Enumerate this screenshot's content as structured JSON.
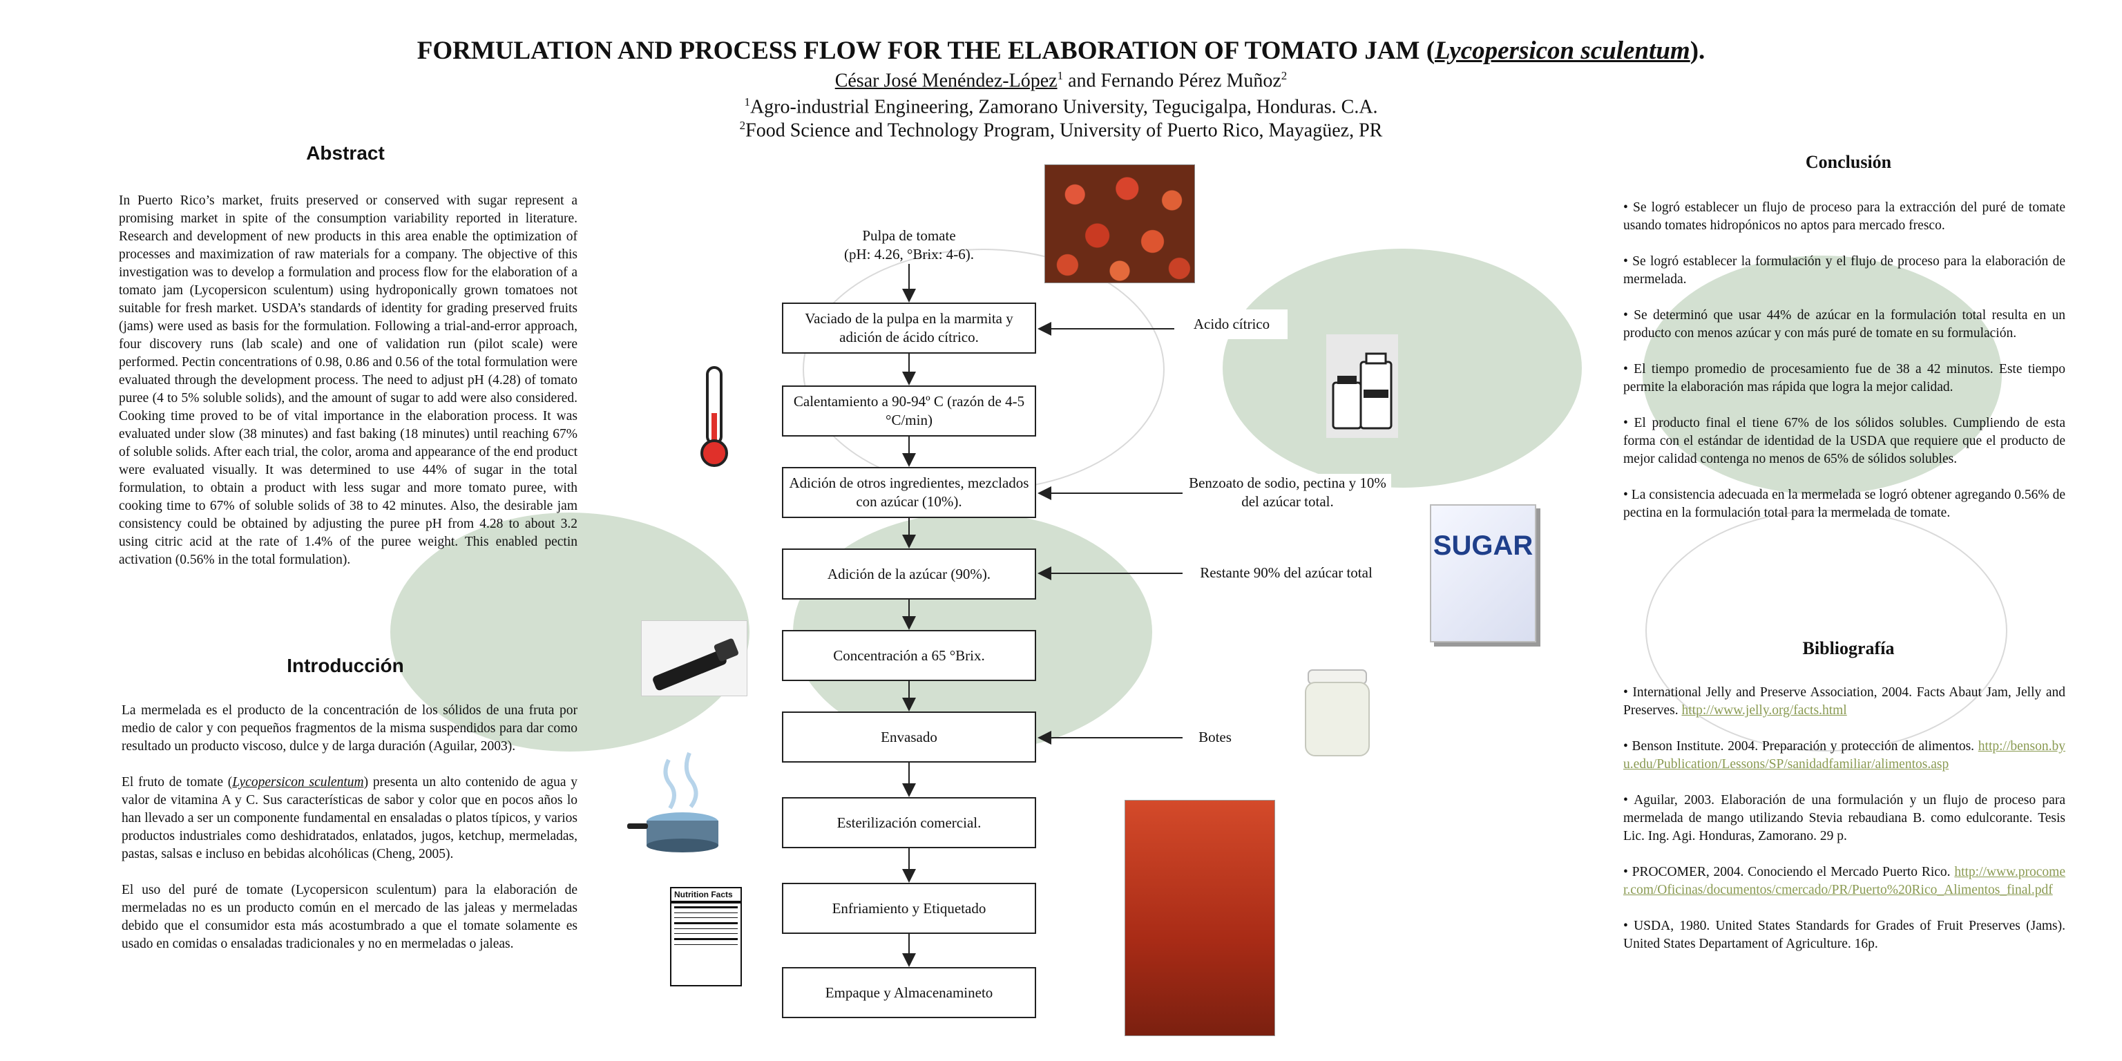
{
  "header": {
    "title_main": "FORMULATION AND PROCESS FLOW FOR THE ELABORATION OF TOMATO JAM (",
    "title_sci": "Lycopersicon sculentum",
    "title_end": ").",
    "author1": "César José Menéndez-López",
    "author1_sup": "1",
    "author_joiner": " and ",
    "author2": "Fernando Pérez Muñoz",
    "author2_sup": "2",
    "affil1_sup": "1",
    "affil1": "Agro-industrial Engineering, Zamorano University, Tegucigalpa, Honduras. C.A.",
    "affil2_sup": "2",
    "affil2": "Food Science and Technology Program, University of Puerto Rico, Mayagüez, PR"
  },
  "abstract": {
    "heading": "Abstract",
    "text": "In Puerto Rico’s market, fruits preserved or conserved with sugar represent a promising market in spite of the consumption variability reported in literature. Research and development of new products in this area enable the optimization of processes and maximization of raw materials for a company. The objective of this investigation was to develop a formulation and process flow for the elaboration of a tomato jam (Lycopersicon sculentum) using hydroponically grown tomatoes not suitable for fresh market. USDA’s standards of identity for grading preserved fruits (jams) were used as basis for the formulation. Following a trial-and-error approach, four discovery runs (lab scale) and one of validation run (pilot scale) were performed. Pectin concentrations of 0.98, 0.86 and 0.56 of the total formulation were evaluated through the development process. The need to adjust pH (4.28) of tomato puree (4 to 5% soluble solids), and the amount of sugar to add were also considered. Cooking time proved to be of vital importance in the elaboration process. It was evaluated under slow (38 minutes) and fast baking (18 minutes) until reaching 67% of soluble solids. After each trial, the color, aroma and appearance of the end product were evaluated visually. It was determined to use 44% of sugar in the total formulation, to obtain a product with less sugar and more tomato puree, with cooking time to 67% of soluble solids of 38 to 42 minutes. Also, the desirable jam consistency could be obtained by adjusting the puree pH from 4.28 to about 3.2 using citric acid at the rate of 1.4% of the puree weight. This enabled pectin activation (0.56% in the total formulation)."
  },
  "intro": {
    "heading": "Introducción",
    "p1": "La mermelada es el producto de la concentración de los sólidos de una fruta por medio de calor y con pequeños fragmentos de la misma suspendidos para dar como resultado un producto viscoso, dulce y de larga duración (Aguilar, 2003).",
    "p2_a": "El fruto de tomate (",
    "p2_sci": "Lycopersicon sculentum",
    "p2_b": ") presenta un alto contenido de agua y valor de vitamina A y C. Sus características de sabor y color que en pocos años lo han llevado a ser un componente fundamental en ensaladas o platos típicos, y varios productos industriales como deshidratados, enlatados, jugos, ketchup, mermeladas, pastas, salsas e incluso en bebidas alcohólicas (Cheng, 2005).",
    "p3": "El uso del puré de tomate (Lycopersicon sculentum) para la elaboración de mermeladas no es un producto común en el mercado de las jaleas y mermeladas debido que el consumidor esta más acostumbrado a que el tomate solamente es usado en comidas o ensaladas tradicionales y no en mermeladas o jaleas."
  },
  "flow": {
    "start_label_1": "Pulpa de tomate",
    "start_label_2": "(pH: 4.26, °Brix: 4-6).",
    "steps": [
      "Vaciado de la pulpa en la marmita y adición de ácido cítrico.",
      "Calentamiento a 90-94º C (razón de 4-5 °C/min)",
      "Adición de otros ingredientes, mezclados con azúcar (10%).",
      "Adición de la azúcar (90%).",
      "Concentración a 65 °Brix.",
      "Envasado",
      "Esterilización comercial.",
      "Enfriamiento y Etiquetado",
      "Empaque y Almacenamineto"
    ],
    "inputs": {
      "citric": "Acido cítrico",
      "benzoate": "Benzoato de sodio, pectina y 10% del azúcar total.",
      "sugar_rest": "Restante 90% del azúcar total",
      "jars": "Botes"
    },
    "sugar_bag_text": "SUGAR",
    "nutrition_title": "Nutrition Facts"
  },
  "conclusion": {
    "heading": "Conclusión",
    "items": [
      "• Se logró establecer un flujo de proceso para la extracción del puré de tomate usando tomates hidropónicos no aptos para mercado fresco.",
      "• Se logró establecer la formulación y el flujo de proceso para la elaboración de mermelada.",
      "• Se determinó que usar 44% de azúcar en la formulación total resulta en un producto con menos azúcar y con más puré de tomate en su formulación.",
      "• El tiempo promedio de procesamiento fue de 38 a 42 minutos.  Este tiempo permite la elaboración mas rápida que logra la mejor calidad.",
      "• El producto final el tiene 67% de los sólidos solubles. Cumpliendo de esta forma con el estándar de identidad de la USDA que requiere que el producto de mejor calidad contenga no menos de 65% de sólidos solubles.",
      "• La consistencia adecuada en la mermelada se logró obtener agregando 0.56% de pectina en la formulación total para la mermelada de tomate."
    ]
  },
  "bibliography": {
    "heading": "Bibliografía",
    "b1_text": "• International Jelly and Preserve Association, 2004. Facts Abaut Jam, Jelly and Preserves. ",
    "b1_link": "http://www.jelly.org/facts.html",
    "b2_text": "• Benson Institute. 2004. Preparación y protección de alimentos. ",
    "b2_link": "http://benson.byu.edu/Publication/Lessons/SP/sanidadfamiliar/alimentos.asp",
    "b3_text": "• Aguilar, 2003. Elaboración de una formulación y un flujo de proceso para mermelada de mango utilizando Stevia rebaudiana B. como edulcorante. Tesis Lic. Ing. Agi. Honduras, Zamorano. 29 p.",
    "b4_text": "• PROCOMER, 2004. Conociendo el Mercado Puerto Rico. ",
    "b4_link": "http://www.procomer.com/Oficinas/documentos/cmercado/PR/Puerto%20Rico_Alimentos_final.pdf",
    "b5_text": "• USDA, 1980. United States Standards for Grades of Fruit Preserves (Jams). United States Departament of Agriculture. 16p."
  },
  "colors": {
    "ellipse": "#d3e0d1",
    "link": "#8a9a52",
    "sugar_blue": "#1f3f8a"
  }
}
